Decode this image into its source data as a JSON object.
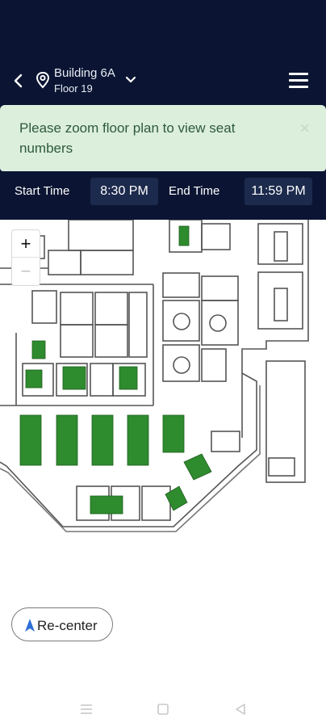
{
  "header": {
    "building": "Building 6A",
    "floor": "Floor 19",
    "icons": {
      "back": "chevron-left-icon",
      "location": "map-pin-icon",
      "dropdown": "chevron-down-icon",
      "menu": "hamburger-menu-icon"
    }
  },
  "notice": {
    "message": "Please zoom floor plan to view seat numbers",
    "close_glyph": "×"
  },
  "time": {
    "start_label": "Start Time",
    "start_value": "8:30 PM",
    "end_label": "End Time",
    "end_value": "11:59 PM"
  },
  "map": {
    "zoom_in": "+",
    "zoom_out": "−",
    "recenter_label": "Re-center",
    "desk_color": "#2e8b2e"
  },
  "colors": {
    "header_bg": "#0b1533",
    "notice_bg": "#dcefdd",
    "notice_text": "#2e5a3a",
    "pill_bg": "#1c2a4d"
  }
}
